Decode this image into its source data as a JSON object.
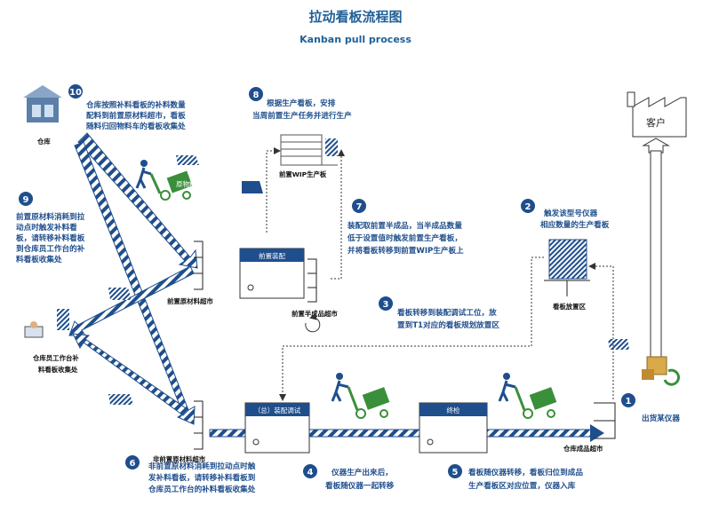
{
  "title": "拉动看板流程图",
  "subtitle": "Kanban pull process",
  "customer": "客户",
  "locations": {
    "warehouse": "仓库",
    "front_wip_board": "前置WIP生产板",
    "front_material_market": "前置原材料超市",
    "front_semi_market": "前置半成品超市",
    "warehouse_workstation": "仓库员工作台补料看板收集处",
    "non_front_material_market": "非前置原材料超市",
    "kanban_area": "看板放置区",
    "finished_goods_market": "仓库成品超市",
    "ship_instrument": "出货某仪器"
  },
  "process_boxes": {
    "front_assembly": "前置装配",
    "main_assembly": "（总）装配调试",
    "final_inspection": "终检"
  },
  "cart_label": "原物料",
  "steps": [
    {
      "num": "1",
      "lines": []
    },
    {
      "num": "2",
      "lines": [
        "触发该型号仪器",
        "相应数量的生产看板"
      ]
    },
    {
      "num": "3",
      "lines": [
        "看板转移到装配调试工位，放",
        "置到T1对应的看板规划放置区"
      ]
    },
    {
      "num": "4",
      "lines": [
        "仪器生产出来后，",
        "看板随仪器一起转移"
      ]
    },
    {
      "num": "5",
      "lines": [
        "看板随仪器转移，看板归位到成品",
        "生产看板区对应位置，仪器入库"
      ]
    },
    {
      "num": "6",
      "lines": [
        "非前置原材料消耗到拉动点时触",
        "发补料看板，请转移补料看板到",
        "仓库员工作台的补料看板收集处"
      ]
    },
    {
      "num": "7",
      "lines": [
        "装配取前置半成品，当半成品数量",
        "低于设置值时触发前置生产看板，",
        "并将看板转移到前置WIP生产板上"
      ]
    },
    {
      "num": "8",
      "lines": [
        "根据生产看板，安排",
        "当周前置生产任务并进行生产"
      ]
    },
    {
      "num": "9",
      "lines": [
        "前置原材料消耗到拉",
        "动点时触发补料看",
        "板，请转移补料看板",
        "到仓库员工作台的补",
        "料看板收集处"
      ]
    },
    {
      "num": "10",
      "lines": [
        "仓库按照补料看板的补料数量",
        "配料到前置原材料超市，看板",
        "随料归回物料车的看板收集处"
      ]
    }
  ],
  "colors": {
    "title": "#1f5f97",
    "step_text": "#1f4e8c",
    "conveyor": "#1f4e8c",
    "cart": "#3a8f3a",
    "person": "#1f4e8c",
    "arrow_stripe": "#1f4e8c"
  }
}
